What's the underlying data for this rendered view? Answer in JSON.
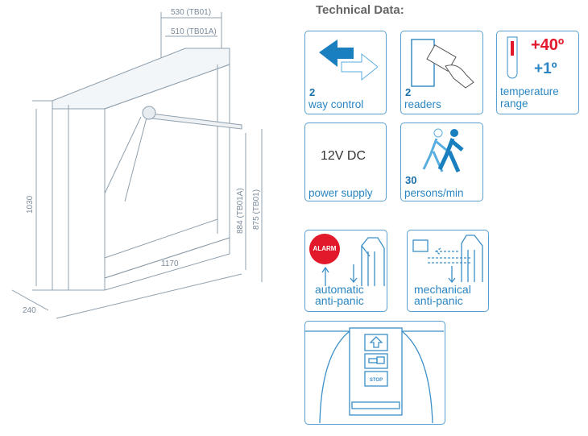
{
  "title": "Technical Data:",
  "dimensions": {
    "width_tb01": "530 (TB01)",
    "width_tb01a": "510 (TB01A)",
    "height_total": "1030",
    "height_tb01a": "884 (TB01A)",
    "height_tb01": "875 (TB01)",
    "length": "1170",
    "depth": "240"
  },
  "cards": {
    "way": {
      "number": "2",
      "label": "way control"
    },
    "readers": {
      "number": "2",
      "label": "readers"
    },
    "temperature": {
      "max": "+40º",
      "min": "+1º",
      "label1": "temperature",
      "label2": "range"
    },
    "power": {
      "value": "12V DC",
      "label": "power supply"
    },
    "throughput": {
      "number": "30",
      "label": "persons/min"
    },
    "auto_panic": {
      "badge": "ALARM",
      "label1": "automatic",
      "label2": "anti-panic"
    },
    "mech_panic": {
      "label1": "mechanical",
      "label2": "anti-panic"
    },
    "indicator": {
      "stop": "STOP"
    }
  },
  "colors": {
    "accent": "#2a86c2",
    "border": "#5a9fd0",
    "red": "#e2192b",
    "line": "#8a9aa8"
  }
}
